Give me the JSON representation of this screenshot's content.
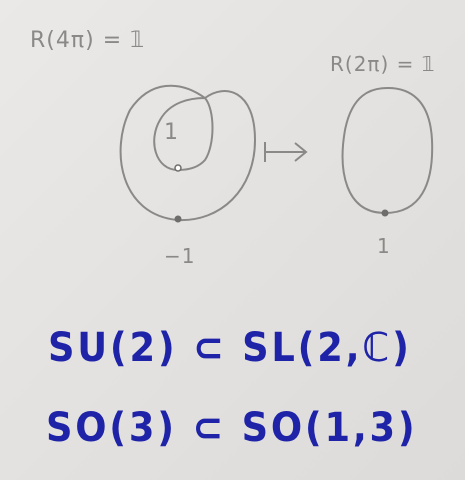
{
  "labels": {
    "left_relation": "R(4π) = 𝟙",
    "right_relation": "R(2π) = 𝟙",
    "inner_value": "1",
    "left_basepoint": "−1",
    "right_basepoint": "1"
  },
  "equations": {
    "line1": "SU(2) ⊂ SL(2,ℂ)",
    "line2": "SO(3) ⊂ SO(1,3)"
  },
  "colors": {
    "pencil": "#8a8987",
    "ink": "#1e23a8",
    "paper": "#e7e5e3"
  }
}
